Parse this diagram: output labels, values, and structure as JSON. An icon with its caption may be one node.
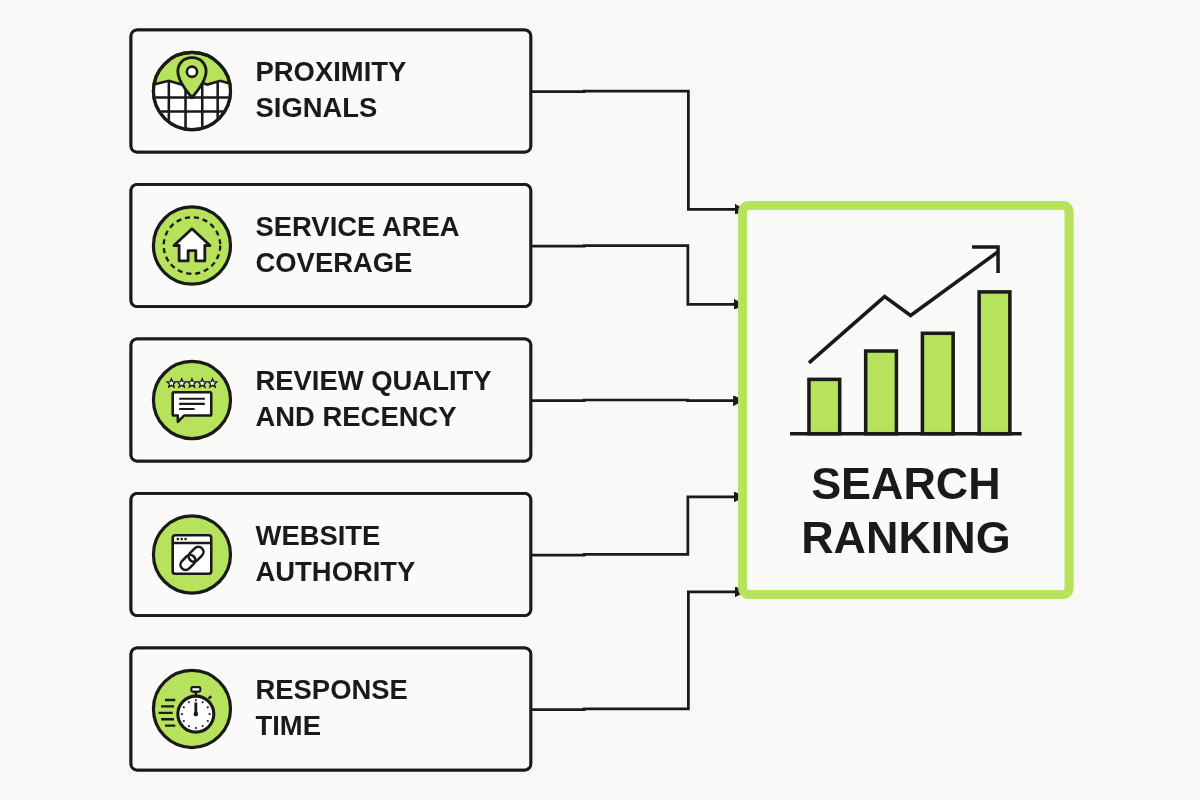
{
  "diagram": {
    "nodes": [
      {
        "text": [
          "PROXIMITY SIGNALS"
        ]
      },
      {
        "text": [
          "SERVICE AREA COVERAGE"
        ]
      },
      {
        "text": [
          "REVIEW QUALITY AND RECENCY"
        ]
      },
      {
        "text": [
          "WEBSITE AUTHORITY"
        ]
      },
      {
        "text": [
          "RESPONSE TIME"
        ]
      },
      {
        "text": [
          "SEARCH RANKING"
        ]
      }
    ],
    "edges": [
      {
        "from": 0,
        "to": 5,
        "arrow": "to"
      },
      {
        "from": 1,
        "to": 5,
        "arrow": "to"
      },
      {
        "from": 2,
        "to": 5,
        "arrow": "to"
      },
      {
        "from": 3,
        "to": 5,
        "arrow": "to"
      },
      {
        "from": 4,
        "to": 5,
        "arrow": "to"
      }
    ]
  }
}
